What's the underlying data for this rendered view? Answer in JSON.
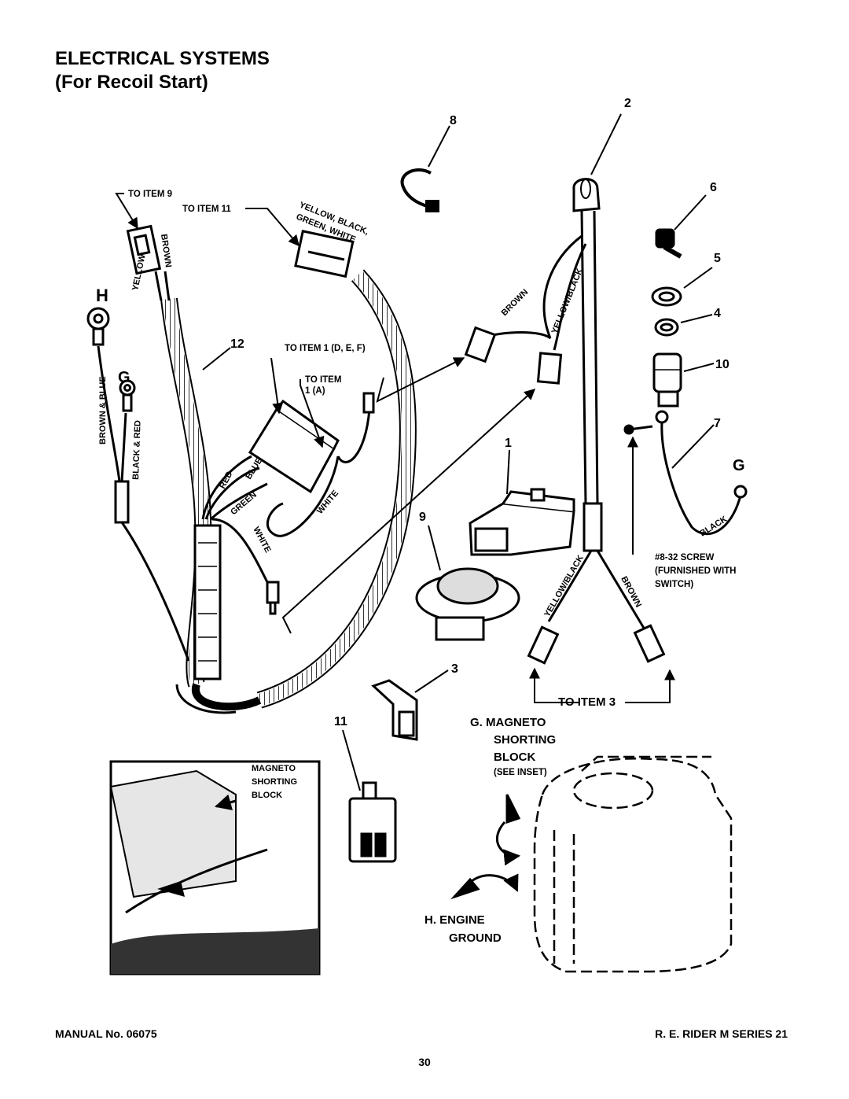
{
  "header": {
    "title": "ELECTRICAL SYSTEMS",
    "subtitle": "(For Recoil Start)"
  },
  "callouts": {
    "n1": "1",
    "n2": "2",
    "n3": "3",
    "n4": "4",
    "n5": "5",
    "n6": "6",
    "n7": "7",
    "n8": "8",
    "n9": "9",
    "n10": "10",
    "n11": "11",
    "n12": "12",
    "h": "H",
    "g_left": "G",
    "g_right": "G"
  },
  "labels": {
    "to_item_9": "TO ITEM 9",
    "to_item_11": "TO ITEM 11",
    "to_item_1_def": "TO ITEM 1 (D, E, F)",
    "to_item_1a_line1": "TO ITEM",
    "to_item_1a_line2": "1 (A)",
    "to_item_3": "TO ITEM 3",
    "screw_line1": "#8-32 SCREW",
    "screw_line2": "(FURNISHED WITH",
    "screw_line3": "SWITCH)",
    "magneto_g_line1": "G. MAGNETO",
    "magneto_g_line2": "SHORTING",
    "magneto_g_line3": "BLOCK",
    "magneto_g_line4": "(SEE INSET)",
    "engine_h_line1": "H. ENGINE",
    "engine_h_line2": "GROUND",
    "inset_line1": "MAGNETO",
    "inset_line2": "SHORTING",
    "inset_line3": "BLOCK"
  },
  "wire_labels": {
    "yellow_black_green_white_1": "YELLOW, BLACK,",
    "yellow_black_green_white_2": "GREEN,  WHITE",
    "yellow": "YELLOW",
    "brown": "BROWN",
    "brown_blue": "BROWN & BLUE",
    "black_red": "BLACK & RED",
    "red": "RED",
    "blue": "BLUE",
    "green": "GREEN",
    "white_1": "WHITE",
    "white_2": "WHITE",
    "brown_upper": "BROWN",
    "yellow_black_upper": "YELLOW/BLACK",
    "yellow_black_lower": "YELLOW/BLACK",
    "brown_lower": "BROWN",
    "black": "BLACK"
  },
  "footer": {
    "manual": "MANUAL No. 06075",
    "series": "R. E. RIDER M SERIES 21",
    "page": "30"
  }
}
